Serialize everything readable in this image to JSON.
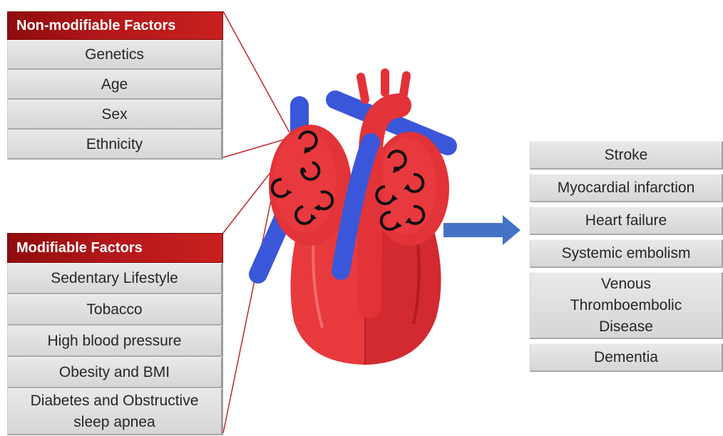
{
  "non_modifiable": {
    "title": "Non-modifiable Factors",
    "items": [
      "Genetics",
      "Age",
      "Sex",
      "Ethnicity"
    ]
  },
  "modifiable": {
    "title": "Modifiable Factors",
    "items": [
      "Sedentary Lifestyle",
      "Tobacco",
      "High blood pressure",
      "Obesity and BMI",
      "Diabetes and Obstructive sleep apnea"
    ]
  },
  "outcomes": {
    "items": [
      "Stroke",
      "Myocardial infarction",
      "Heart failure",
      "Systemic embolism",
      "Venous Thromboembolic Disease",
      "Dementia"
    ]
  },
  "colors": {
    "header_red": "#a31214",
    "heart_red": "#e8353a",
    "vessel_blue": "#3a57d9",
    "arrow_blue": "#4472c4",
    "box_gray": "#d9d9d9"
  },
  "icons": [
    "heart-illustration",
    "right-arrow-icon",
    "rotation-arrows-icon"
  ]
}
